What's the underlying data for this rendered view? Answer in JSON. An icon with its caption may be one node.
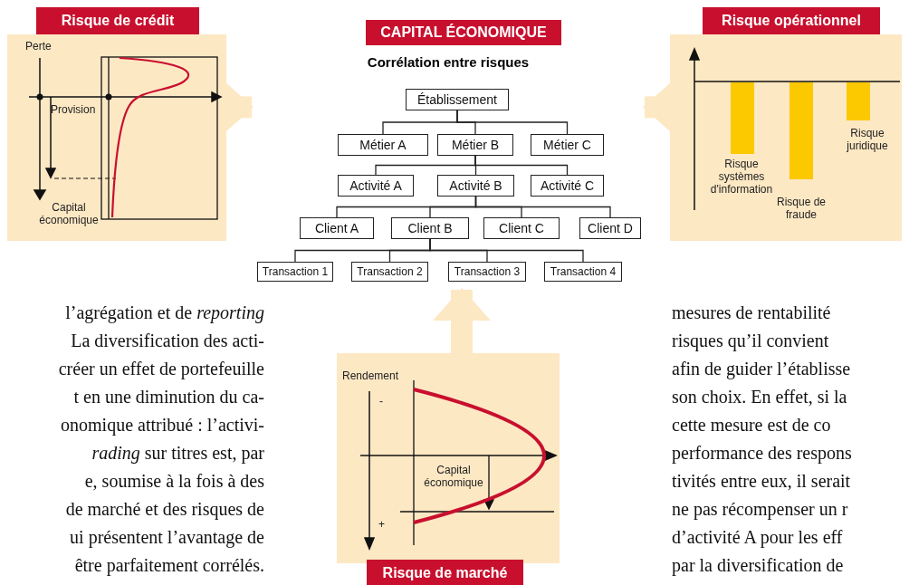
{
  "diagram": {
    "nodes": [
      {
        "text": [
          "Risque de crédit"
        ]
      },
      {
        "text": [
          "CAPITAL ÉCONOMIQUE",
          "Corrélation entre risques"
        ]
      },
      {
        "text": [
          "Établissement"
        ],
        "in": 1
      },
      {
        "text": [
          "Métier A"
        ],
        "in": 1
      },
      {
        "text": [
          "Métier B"
        ],
        "in": 1
      },
      {
        "text": [
          "Métier C"
        ],
        "in": 1
      },
      {
        "text": [
          "Activité A"
        ],
        "in": 1
      },
      {
        "text": [
          "Activité B"
        ],
        "in": 1
      },
      {
        "text": [
          "Activité C"
        ],
        "in": 1
      },
      {
        "text": [
          "Client A"
        ],
        "in": 1
      },
      {
        "text": [
          "Client B"
        ],
        "in": 1
      },
      {
        "text": [
          "Client C"
        ],
        "in": 1
      },
      {
        "text": [
          "Client D"
        ],
        "in": 1
      },
      {
        "text": [
          "Transaction 1"
        ],
        "in": 1
      },
      {
        "text": [
          "Transaction 2"
        ],
        "in": 1
      },
      {
        "text": [
          "Transaction 3"
        ],
        "in": 1
      },
      {
        "text": [
          "Transaction 4"
        ],
        "in": 1
      },
      {
        "text": [
          "Risque opérationnel"
        ]
      },
      {
        "text": [
          "Risque de marché"
        ]
      }
    ],
    "edges": [
      {
        "from": 2,
        "to": 3,
        "arrow": "none"
      },
      {
        "from": 2,
        "to": 4,
        "arrow": "none"
      },
      {
        "from": 2,
        "to": 5,
        "arrow": "none"
      },
      {
        "from": 4,
        "to": 6,
        "arrow": "none"
      },
      {
        "from": 4,
        "to": 7,
        "arrow": "none"
      },
      {
        "from": 4,
        "to": 8,
        "arrow": "none"
      },
      {
        "from": 7,
        "to": 9,
        "arrow": "none"
      },
      {
        "from": 7,
        "to": 10,
        "arrow": "none"
      },
      {
        "from": 7,
        "to": 11,
        "arrow": "none"
      },
      {
        "from": 7,
        "to": 12,
        "arrow": "none"
      },
      {
        "from": 10,
        "to": 13,
        "arrow": "none"
      },
      {
        "from": 10,
        "to": 14,
        "arrow": "none"
      },
      {
        "from": 10,
        "to": 15,
        "arrow": "none"
      },
      {
        "from": 10,
        "to": 16,
        "arrow": "none"
      },
      {
        "from": 0,
        "to": 1,
        "arrow": "to",
        "style": "thick",
        "color": "#fde8c4"
      },
      {
        "from": 17,
        "to": 1,
        "arrow": "to",
        "style": "thick",
        "color": "#fde8c4"
      },
      {
        "from": 18,
        "to": 1,
        "arrow": "to",
        "style": "thick",
        "color": "#fde8c4"
      }
    ],
    "labels": [
      "Perte",
      "Provision",
      "Capital économique",
      "Risque juridique",
      "Risque systèmes d'information",
      "Risque de fraude",
      "Rendement",
      "-",
      "Capital économique",
      "+",
      "l’agrégation et de *reporting*",
      "La diversification des acti-",
      "créer un effet de portefeuille",
      "t en une diminution du ca-",
      "onomique attribué : l’activi-",
      "*rading* sur titres est, par",
      "e, soumise à la fois à des",
      "de marché et des risques de",
      "ui présentent l’avantage de",
      "être parfaitement corrélés.",
      "mesures de rentabilité",
      "risques qu’il convient",
      "afin de guider l’établisse",
      "son choix. En effet, si la",
      "cette mesure est de co",
      "performance des respons",
      "tivités entre eux, il serait",
      "ne pas récompenser un r",
      "d’activité A pour les eff",
      "par la diversification de"
    ]
  }
}
